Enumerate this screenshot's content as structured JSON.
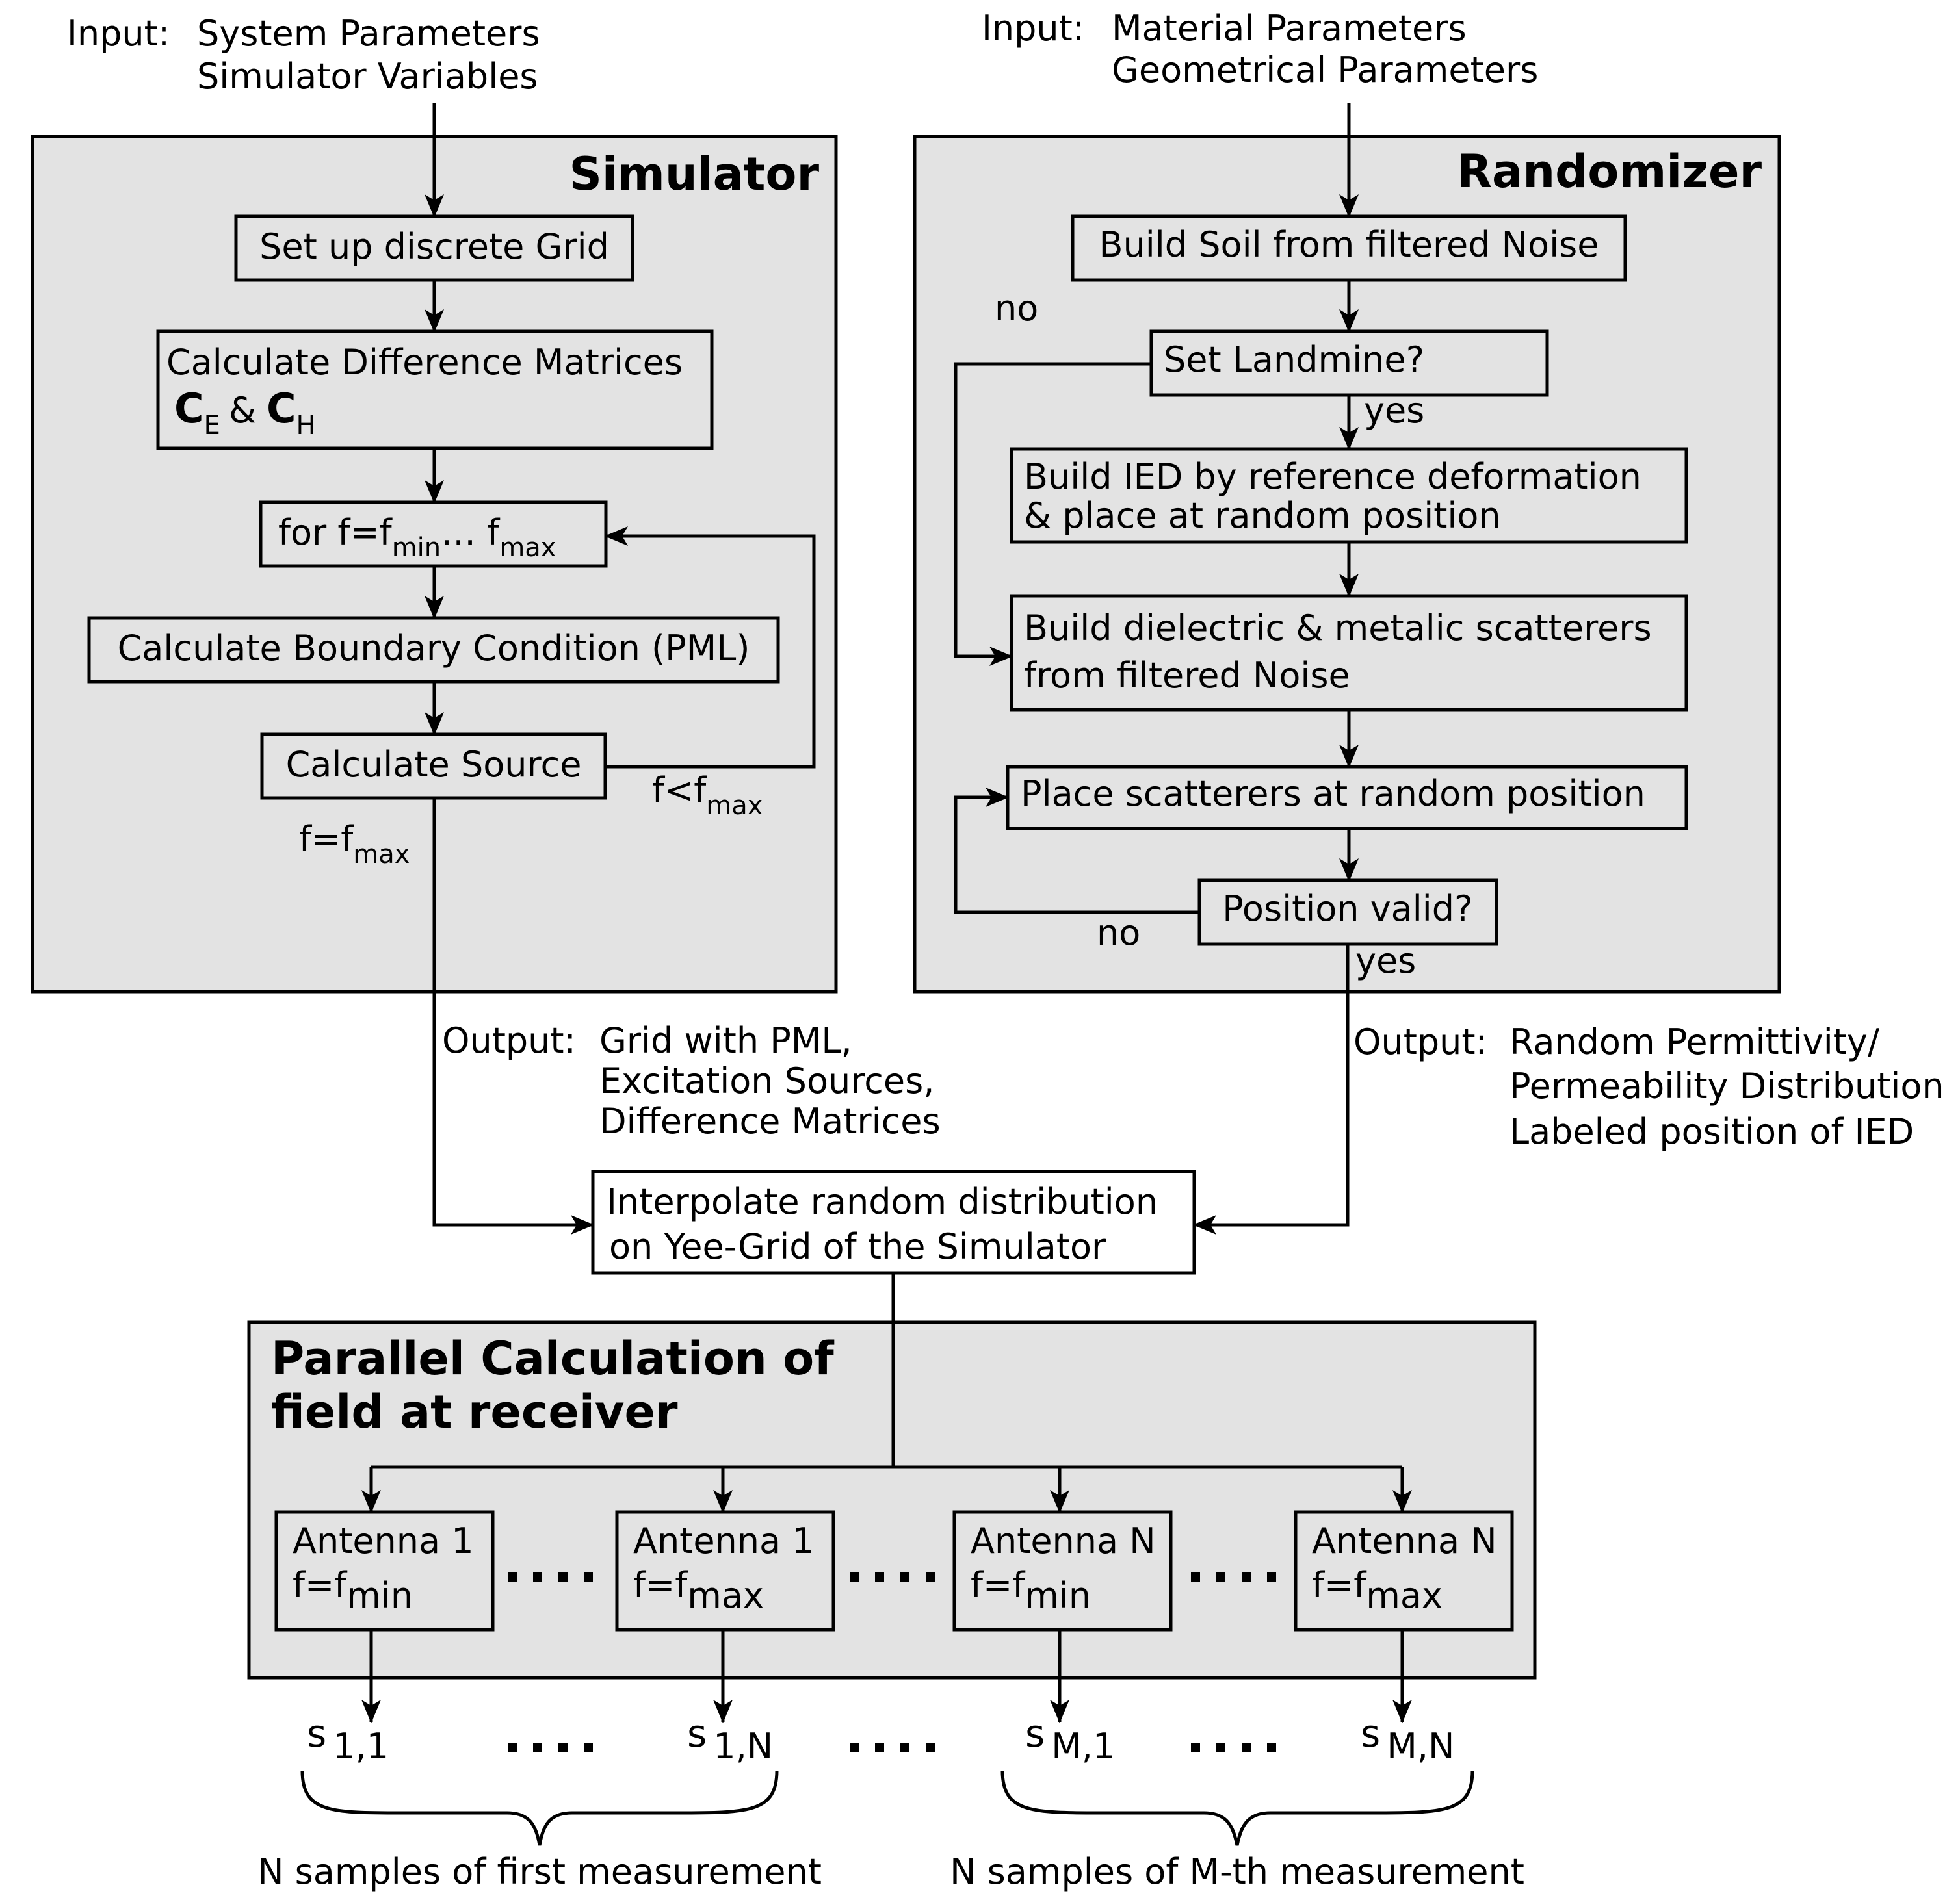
{
  "inputs": {
    "simulator": {
      "prefix": "Input:",
      "line1": "System Parameters",
      "line2": "Simulator Variables"
    },
    "randomizer": {
      "prefix": "Input:",
      "line1": "Material Parameters",
      "line2": "Geometrical Parameters"
    }
  },
  "simulator": {
    "title": "Simulator",
    "grid": "Set up discrete Grid",
    "diff_line1": "Calculate Difference Matrices",
    "diff_ce": "C",
    "diff_ce_sub": "E",
    "diff_amp": "&",
    "diff_ch": "C",
    "diff_ch_sub": "H",
    "loop_for": "for f=f",
    "loop_min": "min",
    "loop_dots": "… f",
    "loop_max": "max",
    "pml": "Calculate Boundary Condition (PML)",
    "source": "Calculate Source",
    "cond_lt": "f<f",
    "cond_lt_sub": "max",
    "cond_eq": "f=f",
    "cond_eq_sub": "max"
  },
  "randomizer": {
    "title": "Randomizer",
    "soil": "Build Soil from filtered Noise",
    "landmine": "Set Landmine?",
    "no1": "no",
    "yes1": "yes",
    "ied_line1": "Build IED by reference deformation",
    "ied_line2": "& place at random position",
    "scat_line1": "Build dielectric & metalic scatterers",
    "scat_line2": "from filtered Noise",
    "place": "Place scatterers at random position",
    "valid": "Position valid?",
    "no2": "no",
    "yes2": "yes"
  },
  "outputs": {
    "simulator": {
      "prefix": "Output:",
      "line1": "Grid with PML,",
      "line2": "Excitation Sources,",
      "line3": "Difference Matrices"
    },
    "randomizer": {
      "prefix": "Output:",
      "line1": "Random Permittivity/",
      "line2": "Permeability Distribution",
      "line3": "Labeled position of IED"
    }
  },
  "interpolate": {
    "line1": "Interpolate random distribution",
    "line2": "on Yee-Grid of the Simulator"
  },
  "parallel": {
    "title_line1": "Parallel Calculation of",
    "title_line2": "field at receiver",
    "antennas": [
      {
        "name": "Antenna 1",
        "freq": "f=f",
        "freq_sub": "min"
      },
      {
        "name": "Antenna 1",
        "freq": "f=f",
        "freq_sub": "max"
      },
      {
        "name": "Antenna N",
        "freq": "f=f",
        "freq_sub": "min"
      },
      {
        "name": "Antenna N",
        "freq": "f=f",
        "freq_sub": "max"
      }
    ]
  },
  "samples": [
    {
      "sym": "s",
      "sub": "1,1"
    },
    {
      "sym": "s",
      "sub": "1,N"
    },
    {
      "sym": "s",
      "sub": "M,1"
    },
    {
      "sym": "s",
      "sub": "M,N"
    }
  ],
  "braces": {
    "first": "N samples of first measurement",
    "mth": "N samples of M-th measurement"
  }
}
